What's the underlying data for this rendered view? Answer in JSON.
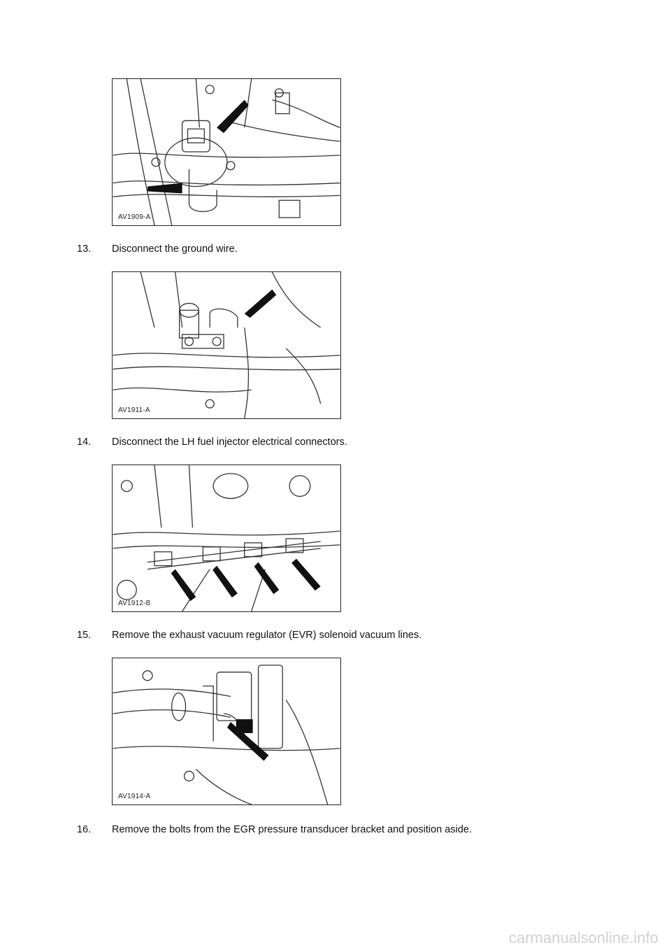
{
  "figures": [
    {
      "id": "AV1909-A"
    },
    {
      "id": "AV1911-A"
    },
    {
      "id": "AV1912-B"
    },
    {
      "id": "AV1914-A"
    }
  ],
  "steps": [
    {
      "number": "13.",
      "text": "Disconnect the ground wire."
    },
    {
      "number": "14.",
      "text": "Disconnect the LH fuel injector electrical connectors."
    },
    {
      "number": "15.",
      "text": "Remove the exhaust vacuum regulator (EVR) solenoid vacuum lines."
    },
    {
      "number": "16.",
      "text": "Remove the bolts from the EGR pressure transducer bracket and position aside."
    }
  ],
  "watermark": "carmanualsonline.info"
}
